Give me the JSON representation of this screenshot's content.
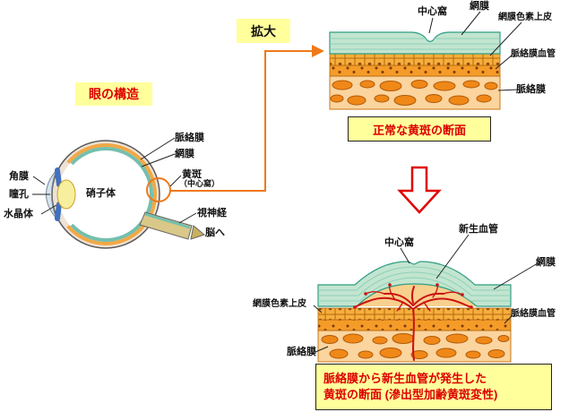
{
  "colors": {
    "label_bg": "#ffff9c",
    "caption_text_red": "#dd0000",
    "arrow_red": "#e00000",
    "connector_orange": "#f07818",
    "retina_teal": "#c2e5cf",
    "rpe_orange": "#f7ae3c",
    "capillary_orange": "#f59b28",
    "choroid_cream": "#fbd49e",
    "vessel_orange": "#f08818",
    "neovascular_red": "#cc1111"
  },
  "eye_diagram": {
    "title": "眼の構造",
    "labels": {
      "cornea": "角膜",
      "pupil": "瞳孔",
      "lens": "水晶体",
      "vitreous": "硝子体",
      "choroid": "脈絡膜",
      "retina": "網膜",
      "macula": "黄斑",
      "macula_sub": "（中心窩）",
      "optic_nerve": "視神経",
      "to_brain": "脳へ"
    }
  },
  "zoom_label": "拡大",
  "normal_macula": {
    "labels": {
      "fovea": "中心窩",
      "retina": "網膜",
      "rpe": "網膜色素上皮",
      "choroidal_vessels": "脈絡膜血管",
      "choroid": "脈絡膜"
    },
    "caption": "正常な黄斑の断面"
  },
  "amd_macula": {
    "labels": {
      "neovascular": "新生血管",
      "fovea": "中心窩",
      "retina": "網膜",
      "rpe": "網膜色素上皮",
      "choroidal_vessels": "脈絡膜血管",
      "choroid": "脈絡膜"
    },
    "caption_line1": "脈絡膜から新生血管が発生した",
    "caption_line2": "黄斑の断面 (滲出型加齢黄斑変性)"
  }
}
